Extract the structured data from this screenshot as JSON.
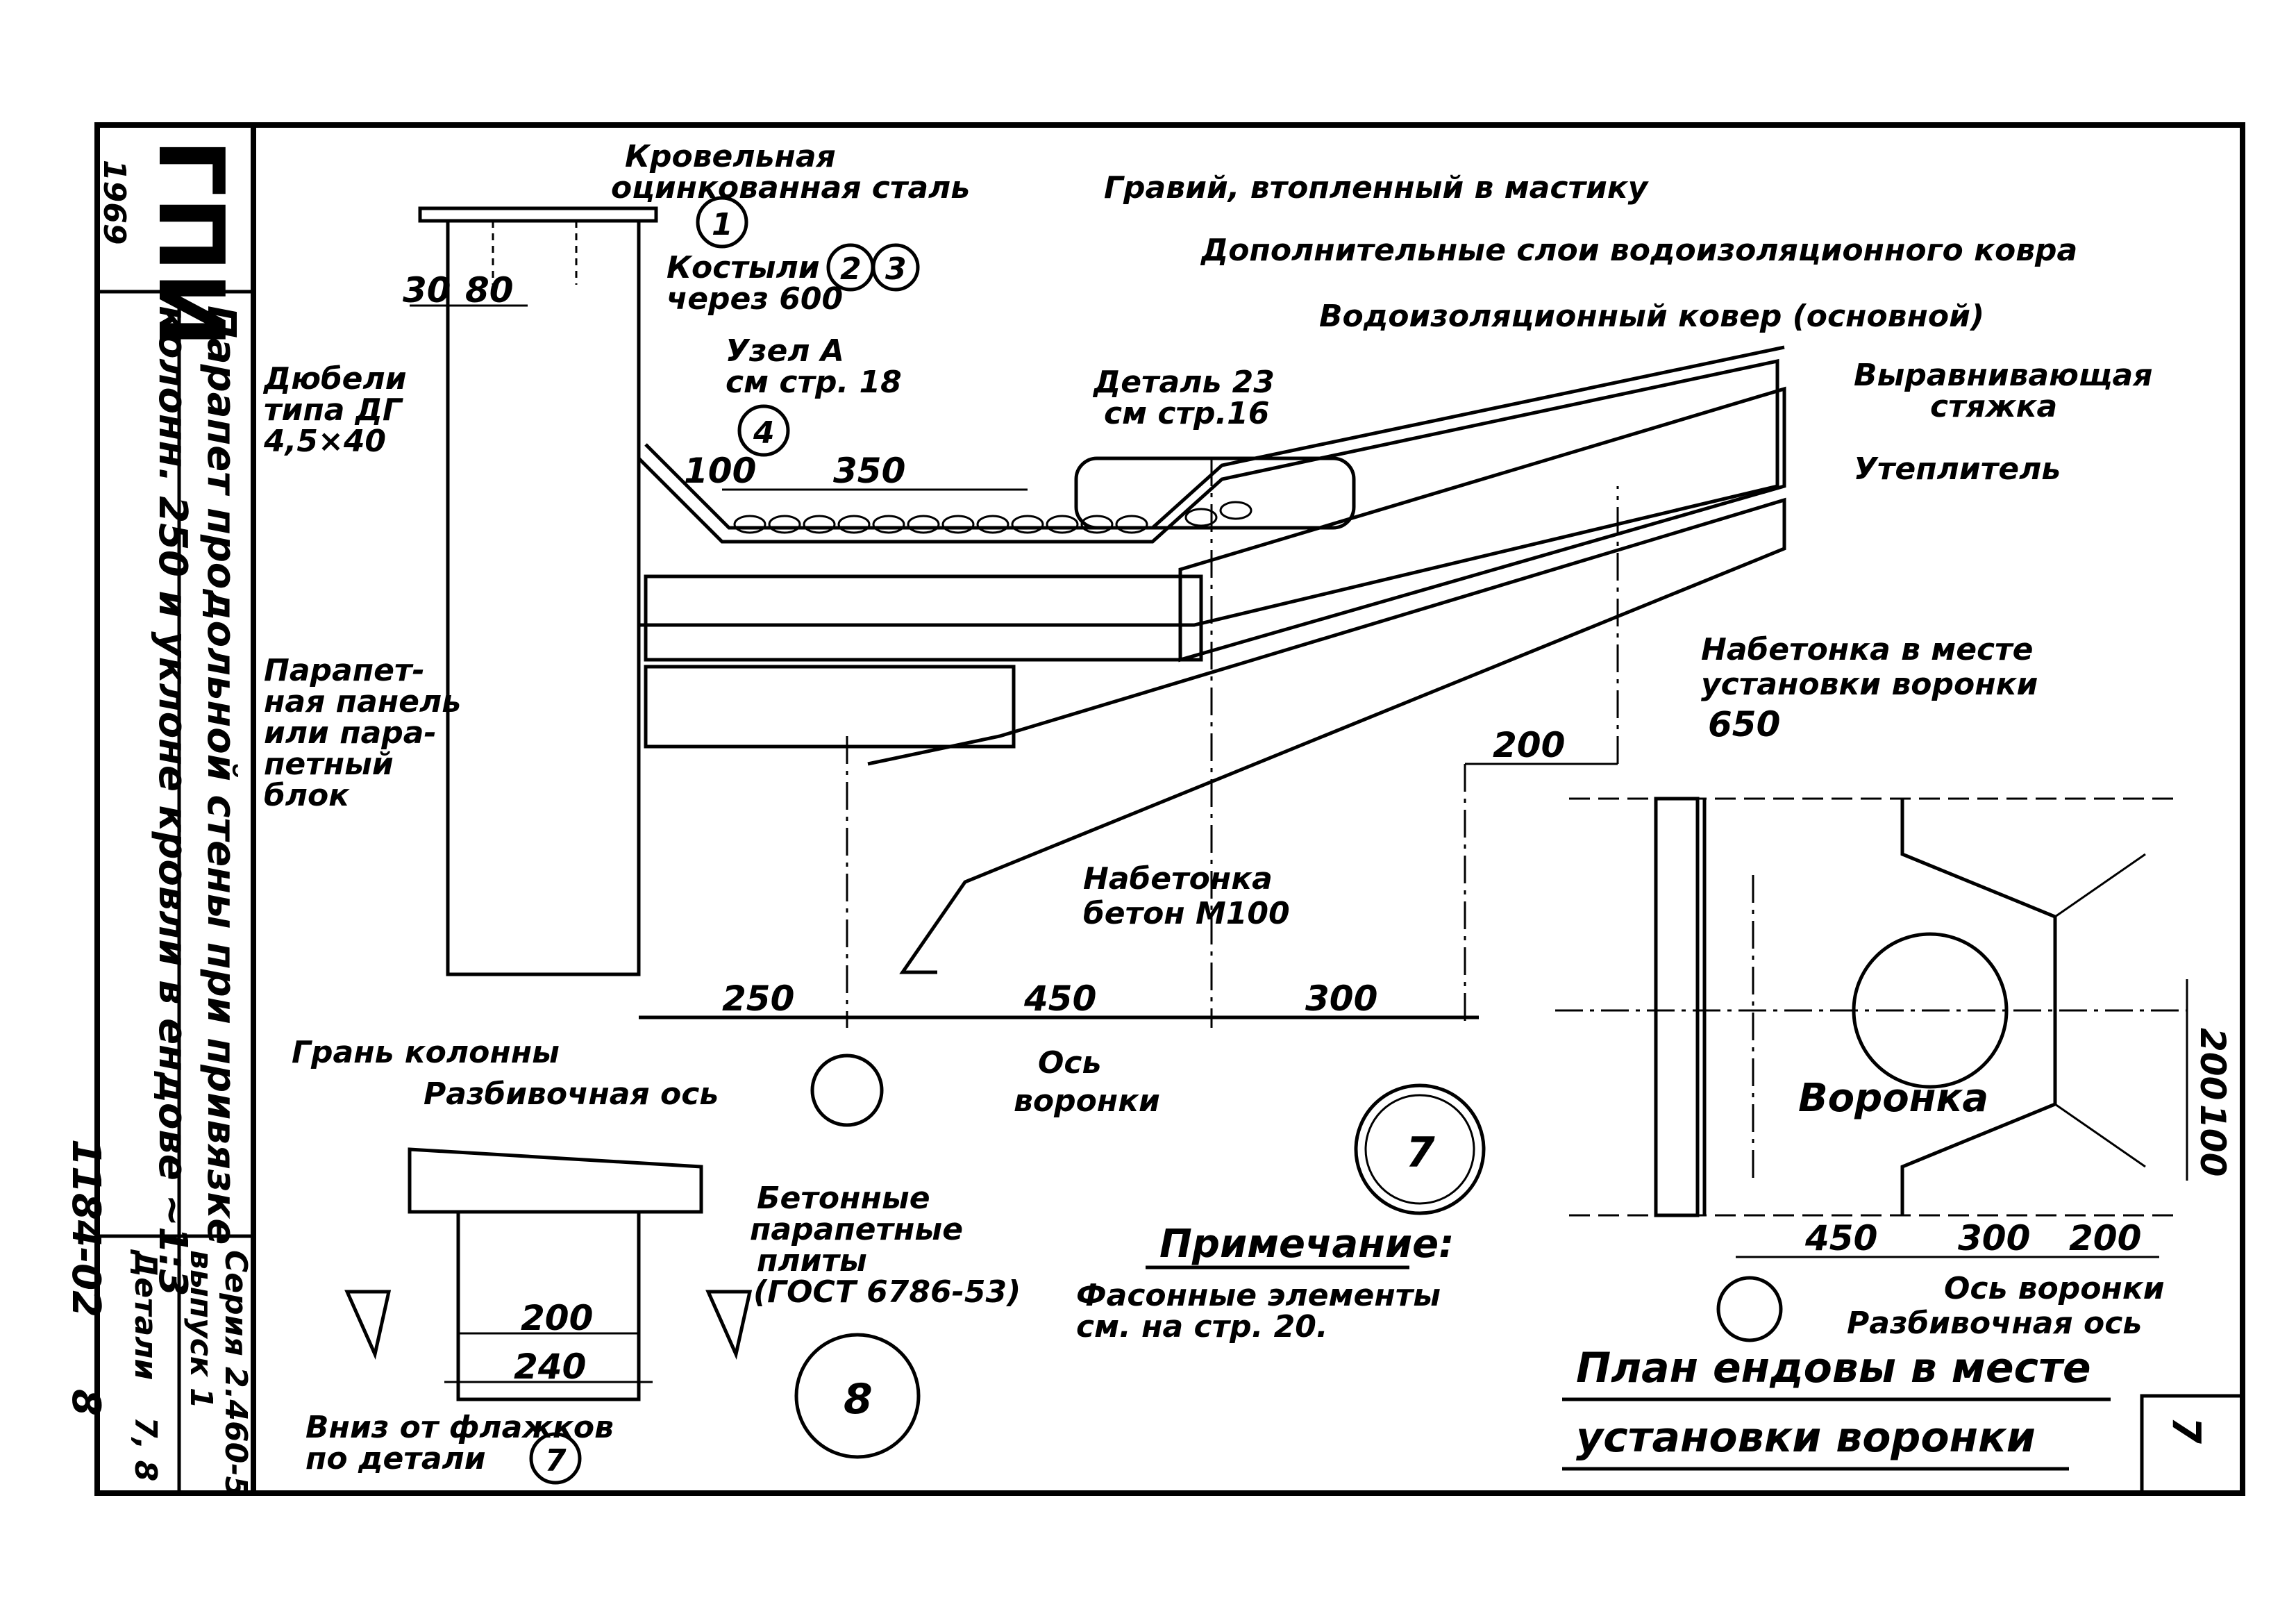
{
  "stamp": {
    "letters": "ГПИ",
    "year": "1969"
  },
  "sheet_title": {
    "line1": "Парапет продольной стены при привязке",
    "line2": "колонн. 250 и уклоне кровли в ендове ~1:3"
  },
  "series": {
    "line1": "Серия 2.460-5",
    "line2": "выпуск 1"
  },
  "detail_label": {
    "word": "Детали",
    "numbers": "7, 8"
  },
  "doc_number": "1184-02",
  "doc_sheet": "8",
  "page_number": "7",
  "labels": {
    "roof_steel_1": "Кровельная",
    "roof_steel_2": "оцинкованная сталь",
    "gravel": "Гравий, втопленный в мастику",
    "extra_layers": "Дополнительные слои водоизоляционного ковра",
    "main_carpet": "Водоизоляционный ковер (основной)",
    "screed_1": "Выравнивающая",
    "screed_2": "стяжка",
    "insulation": "Утеплитель",
    "crutches_1": "Костыли",
    "crutches_2": "через 600",
    "dowels_1": "Дюбели",
    "dowels_2": "типа ДГ",
    "dowels_3": "4,5×40",
    "node_a_1": "Узел А",
    "node_a_2": "см стр. 18",
    "detail23_1": "Деталь 23",
    "detail23_2": "см стр.16",
    "parapet_panel_1": "Парапет-",
    "parapet_panel_2": "ная панель",
    "parapet_panel_3": "или пара-",
    "parapet_panel_4": "петный",
    "parapet_panel_5": "блок",
    "concrete_fill_1": "Набетонка в месте",
    "concrete_fill_2": "установки воронки",
    "concrete_m100_1": "Набетонка",
    "concrete_m100_2": "бетон М100",
    "column_face": "Грань колонны",
    "layout_axis": "Разбивочная ось",
    "funnel_axis_1": "Ось",
    "funnel_axis_2": "воронки",
    "slabs_1": "Бетонные",
    "slabs_2": "парапетные",
    "slabs_3": "плиты",
    "slabs_4": "(ГОСТ 6786-53)",
    "down_1": "Вниз от флажков",
    "down_2": "по детали",
    "note_title": "Примечание:",
    "note_1": "Фасонные элементы",
    "note_2": "см. на стр. 20.",
    "funnel": "Воронка",
    "plan_axis_funnel": "Ось воронки",
    "plan_layout_axis": "Разбивочная ось",
    "plan_title_1": "План ендовы в месте",
    "plan_title_2": "установки воронки"
  },
  "dims": {
    "d30": "30",
    "d80": "80",
    "d100": "100",
    "d350": "350",
    "d200a": "200",
    "d250": "250",
    "d450": "450",
    "d300": "300",
    "d650": "650",
    "d200b": "200",
    "d240": "240",
    "p450": "450",
    "p300": "300",
    "p200": "200",
    "p100": "100",
    "p200v": "200"
  },
  "circles": {
    "c1": "1",
    "c2": "2",
    "c3": "3",
    "c4": "4",
    "c7": "7",
    "c8": "8",
    "c7b": "7"
  }
}
